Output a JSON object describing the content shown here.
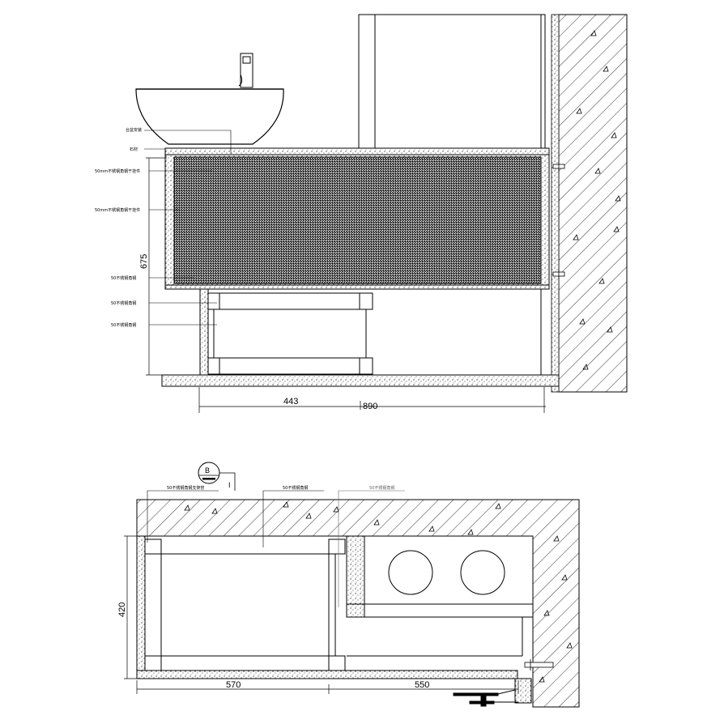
{
  "elevation": {
    "dim_height": "675",
    "dim_width_1": "443",
    "dim_width_2": "890",
    "notes": [
      "台盆安装",
      "石材",
      "50mm不锈钢角钢干挂件",
      "50mm不锈钢角钢干挂件",
      "50不锈钢角钢",
      "50不锈钢角钢",
      "50不锈钢角钢"
    ]
  },
  "plan": {
    "section_marker": "B",
    "section_tag": "I",
    "dim_height": "420",
    "dim_width_1": "570",
    "dim_width_2": "550",
    "notes": [
      "50不锈钢角钢支架管",
      "50不锈钢角钢",
      "50不锈钢角钢"
    ]
  },
  "colors": {
    "line": "#000000",
    "hatch_dark": "#333333",
    "note_grey": "#666666"
  }
}
